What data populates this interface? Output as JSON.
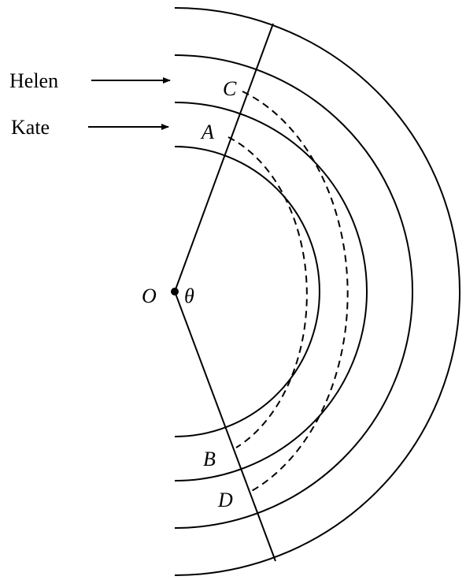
{
  "labels": {
    "helen": "Helen",
    "kate": "Kate",
    "center": "O",
    "angle": "θ",
    "point_a": "A",
    "point_b": "B",
    "point_c": "C",
    "point_d": "D"
  }
}
